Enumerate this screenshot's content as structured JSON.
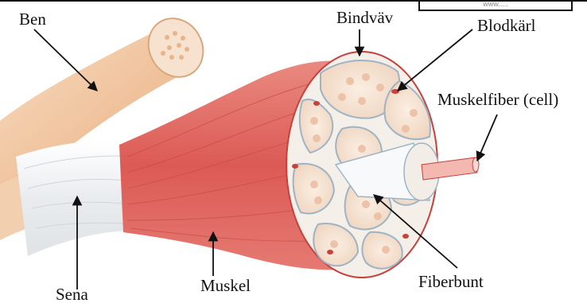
{
  "labels": {
    "ben": "Ben",
    "bindvav": "Bindväv",
    "blodkarl": "Blodkärl",
    "muskelfiber": "Muskelfiber (cell)",
    "sena": "Sena",
    "muskel": "Muskel",
    "fiberbunt": "Fiberbunt"
  },
  "watermark": "www.....",
  "colors": {
    "bone": "#f1c9a4",
    "tendon": "#eeeeee",
    "muscle": "#e0625c",
    "connective": "#f4efe9",
    "blood_vessel": "#c9403a"
  }
}
